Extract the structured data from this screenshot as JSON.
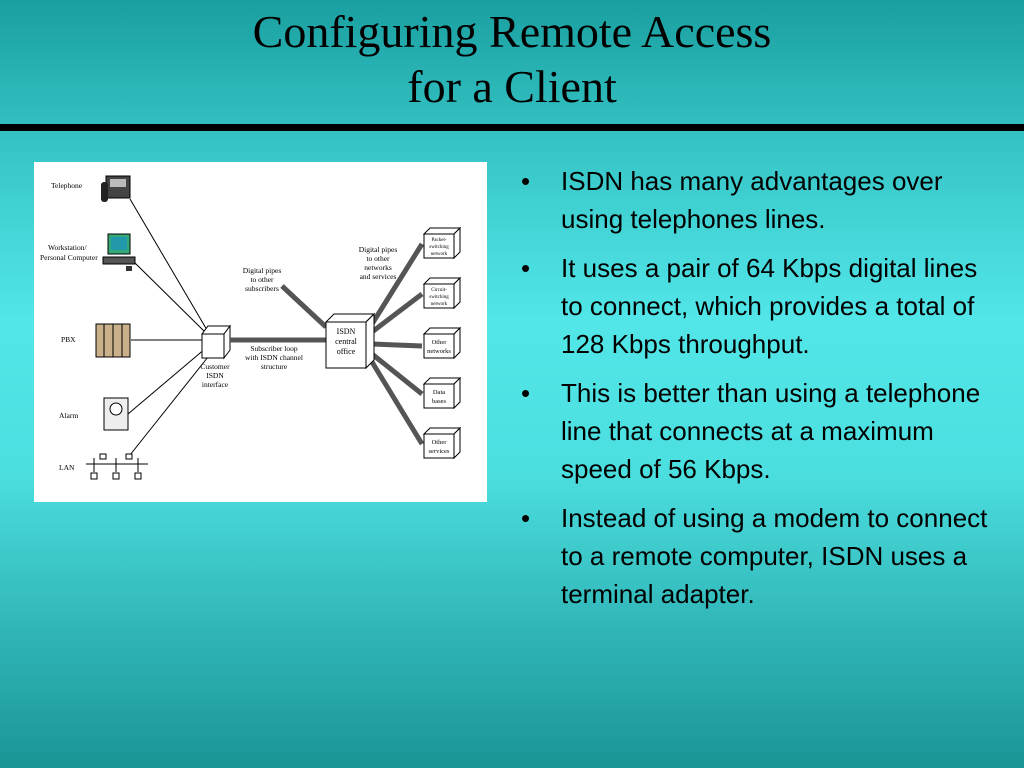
{
  "slide": {
    "title_line1": "Configuring Remote Access",
    "title_line2": "for a Client",
    "bullet_glyph": "•",
    "bullets": [
      "ISDN has many advantages over using telephones lines.",
      "It uses a pair of 64 Kbps digital lines to connect, which provides a total of 128 Kbps throughput.",
      "This is better than using a telephone line that connects at a maximum speed of 56 Kbps.",
      "Instead of using a modem to connect to a remote computer, ISDN uses a terminal adapter."
    ]
  },
  "diagram": {
    "devices": {
      "telephone": "Telephone",
      "workstation_1": "Workstation/",
      "workstation_2": "Personal Computer",
      "pbx": "PBX",
      "alarm": "Alarm",
      "lan": "LAN"
    },
    "customer_interface": [
      "Customer",
      "ISDN",
      "interface"
    ],
    "digital_pipes_subscribers": [
      "Digital pipes",
      "to other",
      "subscribers"
    ],
    "subscriber_loop": [
      "Subscriber loop",
      "with ISDN channel",
      "structure"
    ],
    "central_office": [
      "ISDN",
      "central",
      "office"
    ],
    "digital_pipes_networks": [
      "Digital pipes",
      "to other",
      "networks",
      "and services"
    ],
    "network_boxes": [
      [
        "Packet-",
        "switching",
        "network"
      ],
      [
        "Circuit-",
        "switching",
        "network"
      ],
      [
        "Other",
        "networks"
      ],
      [
        "Data",
        "bases"
      ],
      [
        "Other",
        "services"
      ]
    ]
  }
}
